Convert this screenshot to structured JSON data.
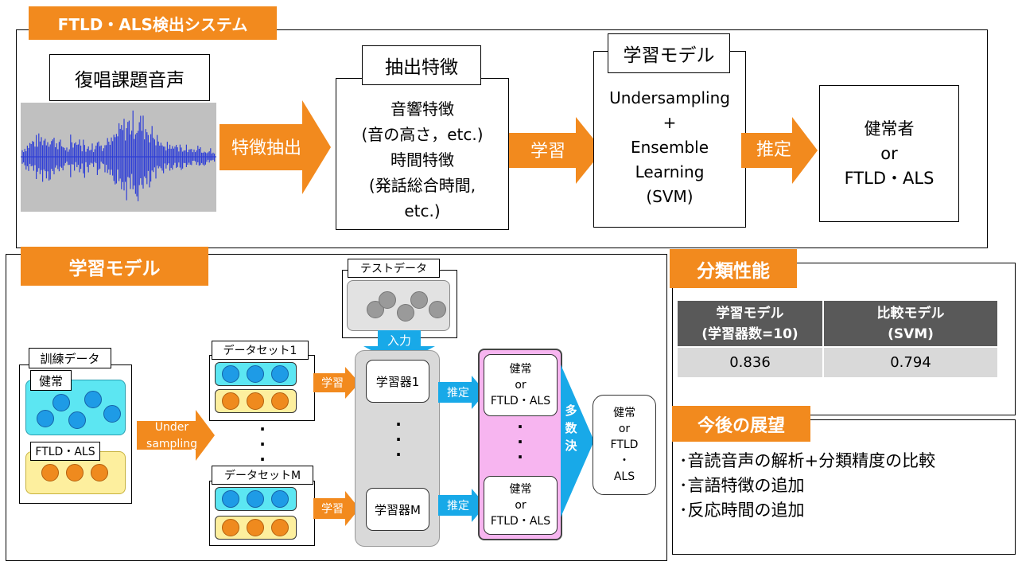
{
  "system": {
    "title": "FTLD・ALS検出システム",
    "audio_label": "復唱課題音声",
    "extract_arrow": "特徴抽出",
    "features_title": "抽出特徴",
    "feature_acoustic": "音響特徴",
    "feature_acoustic_ex": "(音の高さ，etc.)",
    "feature_time": "時間特徴",
    "feature_time_ex1": "(発話総合時間,",
    "feature_time_ex2": "etc.)",
    "learn_arrow": "学習",
    "model_title": "学習モデル",
    "model_line1": "Undersampling",
    "model_line2": "+",
    "model_line3": "Ensemble",
    "model_line4": "Learning",
    "model_line5": "(SVM)",
    "estimate_arrow": "推定",
    "result_line1": "健常者",
    "result_line2": "or",
    "result_line3": "FTLD・ALS"
  },
  "model": {
    "title": "学習モデル",
    "train_label": "訓練データ",
    "healthy_label": "健常",
    "ftld_label": "FTLD・ALS",
    "undersampling_line1": "Under",
    "undersampling_line2": "sampling",
    "dataset1_label": "データセット1",
    "datasetM_label": "データセットM",
    "learn1": "学習",
    "learnM": "学習",
    "test_label": "テストデータ",
    "input_label": "入力",
    "learner1": "学習器1",
    "learnerM": "学習器M",
    "estimate1": "推定",
    "estimateM": "推定",
    "out1_line1": "健常",
    "out1_line2": "or",
    "out1_line3": "FTLD・ALS",
    "outM_line1": "健常",
    "outM_line2": "or",
    "outM_line3": "FTLD・ALS",
    "vote_line1": "多",
    "vote_line2": "数",
    "vote_line3": "決",
    "final_line1": "健常",
    "final_line2": "or",
    "final_line3": "FTLD",
    "final_line4": "・",
    "final_line5": "ALS"
  },
  "performance": {
    "title": "分類性能",
    "col1_line1": "学習モデル",
    "col1_line2": "(学習器数=10)",
    "col2_line1": "比較モデル",
    "col2_line2": "(SVM)",
    "val1": "0.836",
    "val2": "0.794"
  },
  "outlook": {
    "title": "今後の展望",
    "items": [
      "･音読音声の解析+分類精度の比較",
      "･言語特徴の追加",
      "･反応時間の追加"
    ]
  },
  "colors": {
    "accent_orange": "#f28a1e",
    "arrow_blue": "#18a9e8",
    "cyan_fill": "#5ce6f2",
    "yellow_fill": "#fdef9e",
    "pink_fill": "#f7b5f0",
    "table_header": "#595959",
    "table_cell": "#d9d9d9"
  }
}
